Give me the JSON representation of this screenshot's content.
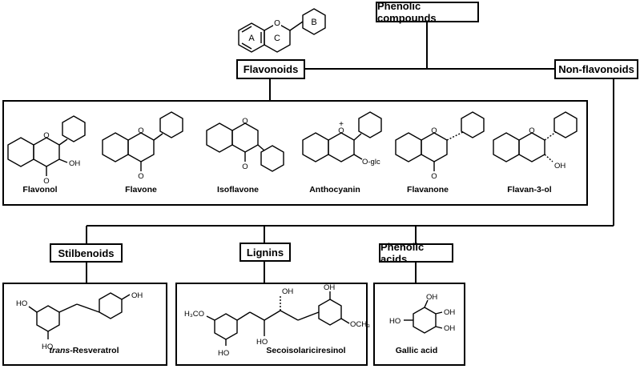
{
  "root": {
    "label": "Phenolic compounds"
  },
  "core_ring_letters": {
    "a": "A",
    "b": "B",
    "c": "C"
  },
  "branches": {
    "flavonoids": "Flavonoids",
    "non_flavonoids": "Non-flavonoids"
  },
  "flavonoid_classes": [
    "Flavonol",
    "Flavone",
    "Isoflavone",
    "Anthocyanin",
    "Flavanone",
    "Flavan-3-ol"
  ],
  "non_flavonoid_classes": {
    "stilbenoids": "Stilbenoids",
    "lignins": "Lignins",
    "phenolic_acids": "Phenolic acids"
  },
  "examples": {
    "resveratrol_prefix": "trans",
    "resveratrol_name": "-Resveratrol",
    "lignan": "Secoisolariciresinol",
    "acid": "Gallic acid"
  },
  "substituents": {
    "oh": "OH",
    "ho": "HO",
    "o": "O",
    "o_glc": "O-glc",
    "plus": "+",
    "och3": "OCH₃",
    "h3co": "H₃CO"
  }
}
